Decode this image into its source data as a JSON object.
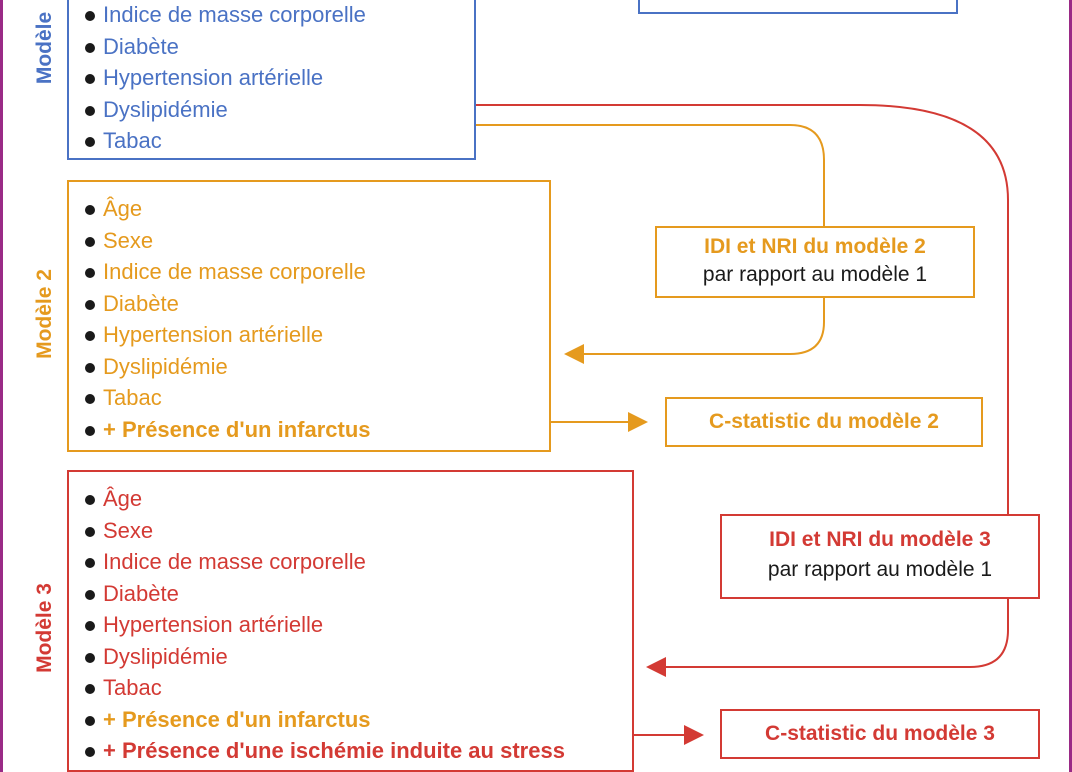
{
  "colors": {
    "blue": "#4a72c4",
    "orange": "#e59a1e",
    "red": "#d33a34",
    "frame": "#9a2a86"
  },
  "model1": {
    "label": "Modèle",
    "items": [
      "Indice de masse corporelle",
      "Diabète",
      "Hypertension artérielle",
      "Dyslipidémie",
      "Tabac"
    ]
  },
  "model2": {
    "label": "Modèle 2",
    "items": [
      "Âge",
      "Sexe",
      "Indice de masse corporelle",
      "Diabète",
      "Hypertension artérielle",
      "Dyslipidémie",
      "Tabac"
    ],
    "added": [
      "+ Présence d'un infarctus"
    ],
    "idi_title": "IDI et NRI du modèle 2",
    "idi_sub": "par rapport au modèle 1",
    "cstat": "C-statistic du modèle 2"
  },
  "model3": {
    "label": "Modèle 3",
    "items": [
      "Âge",
      "Sexe",
      "Indice de masse corporelle",
      "Diabète",
      "Hypertension artérielle",
      "Dyslipidémie",
      "Tabac"
    ],
    "added_orange": [
      "+ Présence d'un infarctus"
    ],
    "added_red": [
      "+ Présence d'une ischémie induite au stress"
    ],
    "idi_title": "IDI et NRI du modèle 3",
    "idi_sub": "par rapport au modèle 1",
    "cstat": "C-statistic du modèle 3"
  }
}
